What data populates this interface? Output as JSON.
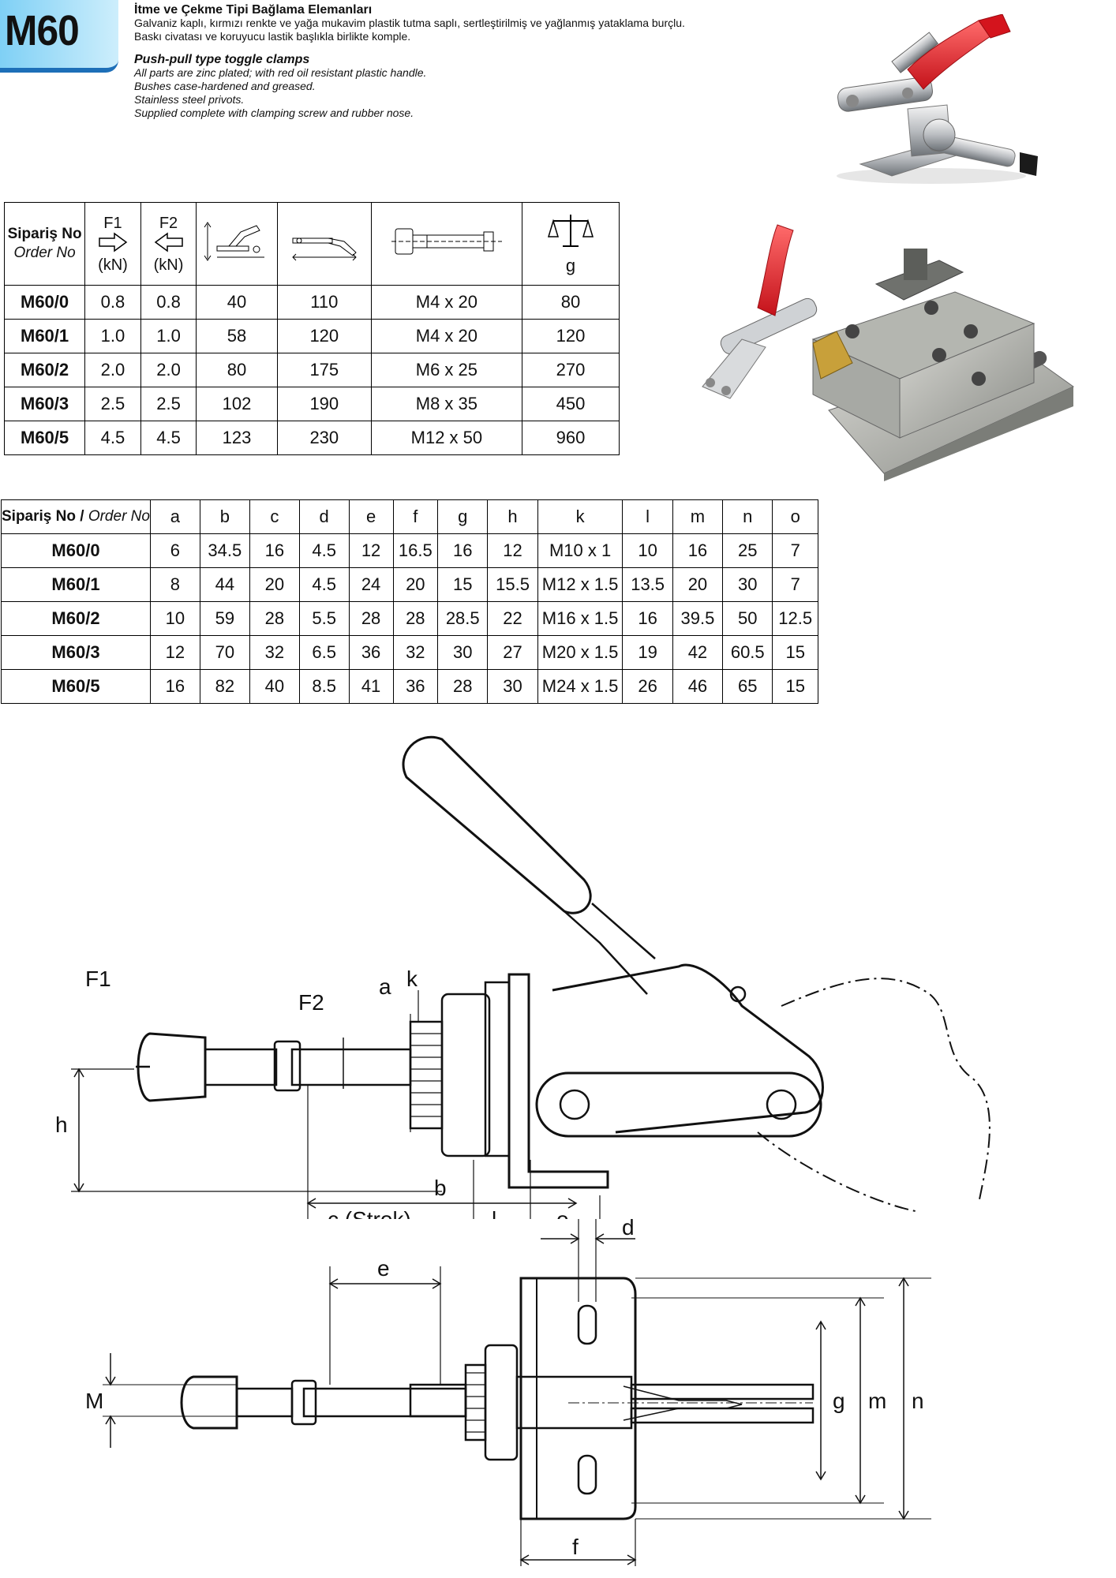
{
  "header": {
    "badge": "M60",
    "title_tr": "İtme ve Çekme Tipi Bağlama Elemanları",
    "desc_tr": [
      "Galvaniz kaplı, kırmızı renkte ve yağa mukavim plastik tutma saplı, sertleştirilmiş ve yağlanmış yataklama burçlu.",
      "Baskı civatası ve koruyucu lastik başlıkla birlikte komple."
    ],
    "title_en": "Push-pull type toggle clamps",
    "desc_en": [
      "All parts are zinc plated; with red oil resistant plastic handle.",
      "Bushes case-hardened  and greased.",
      "Stainless steel privots.",
      "Supplied complete with clamping screw and rubber nose."
    ]
  },
  "table1": {
    "header": {
      "order_tr": "Sipariş No",
      "order_en": "Order No",
      "f1": "F1",
      "f2": "F2",
      "unit1": "(kN)",
      "unit2": "(kN)",
      "weight_unit": "g"
    },
    "rows": [
      {
        "id": "M60/0",
        "f1": "0.8",
        "f2": "0.8",
        "stroke_a": "40",
        "stroke_b": "110",
        "screw": "M4 x 20",
        "weight": "80"
      },
      {
        "id": "M60/1",
        "f1": "1.0",
        "f2": "1.0",
        "stroke_a": "58",
        "stroke_b": "120",
        "screw": "M4 x 20",
        "weight": "120"
      },
      {
        "id": "M60/2",
        "f1": "2.0",
        "f2": "2.0",
        "stroke_a": "80",
        "stroke_b": "175",
        "screw": "M6 x 25",
        "weight": "270"
      },
      {
        "id": "M60/3",
        "f1": "2.5",
        "f2": "2.5",
        "stroke_a": "102",
        "stroke_b": "190",
        "screw": "M8 x 35",
        "weight": "450"
      },
      {
        "id": "M60/5",
        "f1": "4.5",
        "f2": "4.5",
        "stroke_a": "123",
        "stroke_b": "230",
        "screw": "M12 x 50",
        "weight": "960"
      }
    ]
  },
  "table2": {
    "header": {
      "order_tr": "Sipariş No",
      "sep": " / ",
      "order_en": "Order No",
      "cols": [
        "a",
        "b",
        "c",
        "d",
        "e",
        "f",
        "g",
        "h",
        "k",
        "l",
        "m",
        "n",
        "o"
      ]
    },
    "rows": [
      {
        "id": "M60/0",
        "vals": [
          "6",
          "34.5",
          "16",
          "4.5",
          "12",
          "16.5",
          "16",
          "12",
          "M10 x 1",
          "10",
          "16",
          "25",
          "7"
        ]
      },
      {
        "id": "M60/1",
        "vals": [
          "8",
          "44",
          "20",
          "4.5",
          "24",
          "20",
          "15",
          "15.5",
          "M12 x 1.5",
          "13.5",
          "20",
          "30",
          "7"
        ]
      },
      {
        "id": "M60/2",
        "vals": [
          "10",
          "59",
          "28",
          "5.5",
          "28",
          "28",
          "28.5",
          "22",
          "M16 x 1.5",
          "16",
          "39.5",
          "50",
          "12.5"
        ]
      },
      {
        "id": "M60/3",
        "vals": [
          "12",
          "70",
          "32",
          "6.5",
          "36",
          "32",
          "30",
          "27",
          "M20 x 1.5",
          "19",
          "42",
          "60.5",
          "15"
        ]
      },
      {
        "id": "M60/5",
        "vals": [
          "16",
          "82",
          "40",
          "8.5",
          "41",
          "36",
          "28",
          "30",
          "M24 x 1.5",
          "26",
          "46",
          "65",
          "15"
        ]
      }
    ]
  },
  "drawing_side": {
    "labels": {
      "F1": "F1",
      "F2": "F2",
      "a": "a",
      "k": "k",
      "h": "h",
      "c": "c (Strok)",
      "l": "l",
      "o": "o",
      "b": "b"
    }
  },
  "drawing_top": {
    "labels": {
      "d": "d",
      "e": "e",
      "M": "M",
      "g": "g",
      "m": "m",
      "n": "n",
      "f": "f"
    }
  },
  "colors": {
    "badge_light": "#7fd0f5",
    "badge_dark": "#1d6fb8",
    "handle_red": "#e5242b"
  }
}
